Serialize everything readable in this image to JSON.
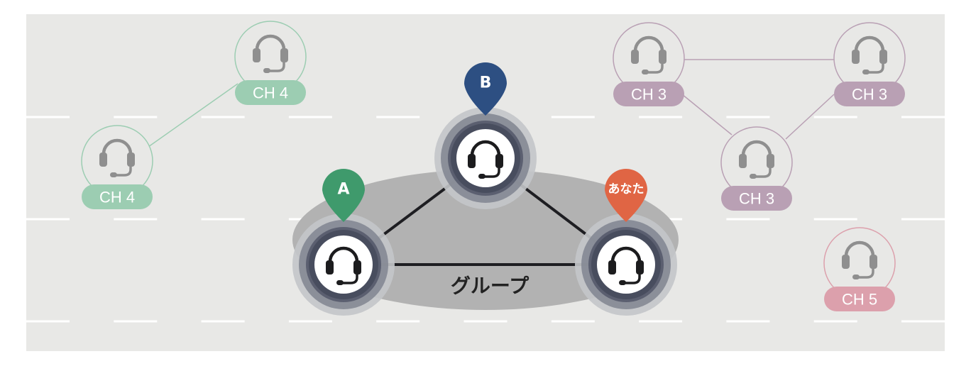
{
  "colors": {
    "background": "#e8e8e6",
    "road_dash": "#ffffff",
    "group_area": "#b2b2b2",
    "link": "#1e1e22",
    "ch4": "#9ccdb2",
    "ch3": "#b9a0b4",
    "ch5": "#dca0ac",
    "pin_a": "#3f9a6c",
    "pin_b": "#2d4f82",
    "pin_you": "#e06544",
    "headset_gray": "#8f8f8f",
    "headset_dark": "#1c1c1e"
  },
  "channels": {
    "ch4": "CH 4",
    "ch3": "CH 3",
    "ch5": "CH 5"
  },
  "other_riders": [
    {
      "id": "ch4-top",
      "label": "CH 4",
      "color_key": "ch4"
    },
    {
      "id": "ch4-left",
      "label": "CH 4",
      "color_key": "ch4"
    },
    {
      "id": "ch3-left",
      "label": "CH 3",
      "color_key": "ch3"
    },
    {
      "id": "ch3-right",
      "label": "CH 3",
      "color_key": "ch3"
    },
    {
      "id": "ch3-middle",
      "label": "CH 3",
      "color_key": "ch3"
    },
    {
      "id": "ch5",
      "label": "CH 5",
      "color_key": "ch5"
    }
  ],
  "group": {
    "label": "グループ",
    "members": [
      {
        "id": "b",
        "pin_label": "B",
        "color_key": "pin_b"
      },
      {
        "id": "a",
        "pin_label": "A",
        "color_key": "pin_a"
      },
      {
        "id": "you",
        "pin_label": "あなた",
        "color_key": "pin_you"
      }
    ]
  }
}
